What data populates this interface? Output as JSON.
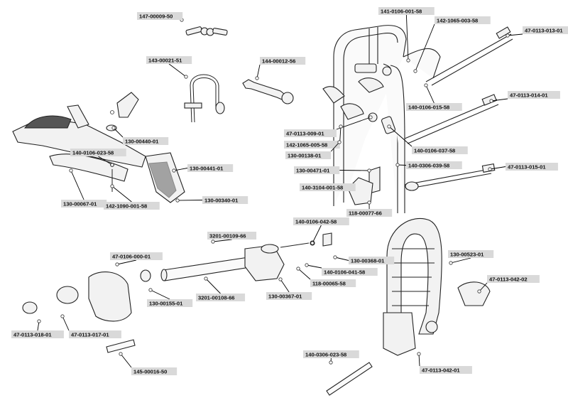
{
  "labels": [
    "147-00009-50",
    "143-00021-51",
    "144-00012-56",
    "141-0106-001-58",
    "142-1065-003-58",
    "47-0113-013-01",
    "47-0113-014-01",
    "140-0106-015-58",
    "47-0113-009-01",
    "142-1065-005-58",
    "130-00138-01",
    "140-0106-037-58",
    "140-0306-039-58",
    "130-00471-01",
    "47-0113-015-01",
    "140-3104-001-58",
    "118-00077-66",
    "130-00440-01",
    "140-0106-023-58",
    "130-00441-01",
    "130-00067-01",
    "142-1090-001-58",
    "130-00340-01",
    "140-0106-042-58",
    "3201-00109-66",
    "130-00368-01",
    "47-0106-000-01",
    "140-0106-041-58",
    "118-00065-58",
    "3201-00108-66",
    "130-00367-01",
    "130-00155-01",
    "130-00523-01",
    "47-0113-042-02",
    "47-0113-018-01",
    "47-0113-017-01",
    "145-00016-50",
    "140-0306-023-58",
    "47-0113-042-01"
  ]
}
